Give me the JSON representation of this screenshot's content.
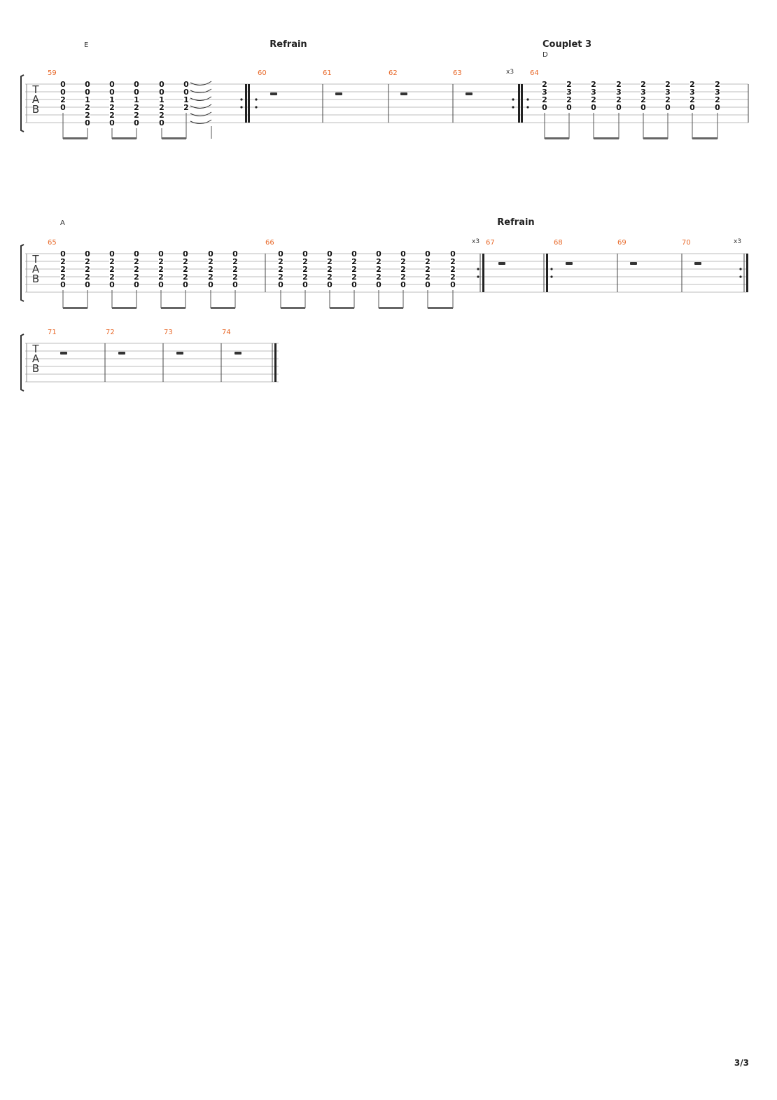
{
  "page_number": "3/3",
  "tab_clef": [
    "T",
    "A",
    "B"
  ],
  "repeat_mark": "x3",
  "systems": [
    {
      "annotations": [
        {
          "type": "chord",
          "text": "E"
        },
        {
          "type": "section",
          "text": "Refrain"
        },
        {
          "type": "section",
          "text": "Couplet 3"
        },
        {
          "type": "chord",
          "text": "D"
        },
        {
          "type": "repeat",
          "text": "x3"
        }
      ],
      "measures": [
        {
          "number": "59",
          "chords": [
            [
              "0",
              "0",
              "2",
              "0",
              "",
              ""
            ],
            [
              "0",
              "0",
              "1",
              "2",
              "2",
              "0"
            ],
            [
              "0",
              "0",
              "1",
              "2",
              "2",
              "0"
            ],
            [
              "0",
              "0",
              "1",
              "2",
              "2",
              "0"
            ],
            [
              "0",
              "0",
              "1",
              "2",
              "2",
              "0"
            ],
            [
              "0",
              "0",
              "1",
              "2",
              "",
              ""
            ]
          ]
        },
        {
          "number": "60",
          "rest": true
        },
        {
          "number": "61",
          "rest": true
        },
        {
          "number": "62",
          "rest": true
        },
        {
          "number": "63",
          "rest": true
        },
        {
          "number": "64",
          "chords": [
            [
              "2",
              "3",
              "2",
              "0",
              "",
              ""
            ],
            [
              "2",
              "3",
              "2",
              "0",
              "",
              ""
            ],
            [
              "2",
              "3",
              "2",
              "0",
              "",
              ""
            ],
            [
              "2",
              "3",
              "2",
              "0",
              "",
              ""
            ],
            [
              "2",
              "3",
              "2",
              "0",
              "",
              ""
            ],
            [
              "2",
              "3",
              "2",
              "0",
              "",
              ""
            ],
            [
              "2",
              "3",
              "2",
              "0",
              "",
              ""
            ],
            [
              "2",
              "3",
              "2",
              "0",
              "",
              ""
            ]
          ]
        }
      ]
    },
    {
      "annotations": [
        {
          "type": "chord",
          "text": "A"
        },
        {
          "type": "section",
          "text": "Refrain"
        },
        {
          "type": "repeat",
          "text": "x3"
        },
        {
          "type": "repeat",
          "text": "x3"
        }
      ],
      "measures": [
        {
          "number": "65",
          "chords": [
            [
              "0",
              "2",
              "2",
              "2",
              "0",
              ""
            ],
            [
              "0",
              "2",
              "2",
              "2",
              "0",
              ""
            ],
            [
              "0",
              "2",
              "2",
              "2",
              "0",
              ""
            ],
            [
              "0",
              "2",
              "2",
              "2",
              "0",
              ""
            ],
            [
              "0",
              "2",
              "2",
              "2",
              "0",
              ""
            ],
            [
              "0",
              "2",
              "2",
              "2",
              "0",
              ""
            ],
            [
              "0",
              "2",
              "2",
              "2",
              "0",
              ""
            ],
            [
              "0",
              "2",
              "2",
              "2",
              "0",
              ""
            ]
          ]
        },
        {
          "number": "66",
          "chords": [
            [
              "0",
              "2",
              "2",
              "2",
              "0",
              ""
            ],
            [
              "0",
              "2",
              "2",
              "2",
              "0",
              ""
            ],
            [
              "0",
              "2",
              "2",
              "2",
              "0",
              ""
            ],
            [
              "0",
              "2",
              "2",
              "2",
              "0",
              ""
            ],
            [
              "0",
              "2",
              "2",
              "2",
              "0",
              ""
            ],
            [
              "0",
              "2",
              "2",
              "2",
              "0",
              ""
            ],
            [
              "0",
              "2",
              "2",
              "2",
              "0",
              ""
            ],
            [
              "0",
              "2",
              "2",
              "2",
              "0",
              ""
            ]
          ]
        },
        {
          "number": "67",
          "rest": true
        },
        {
          "number": "68",
          "rest": true
        },
        {
          "number": "69",
          "rest": true
        },
        {
          "number": "70",
          "rest": true
        }
      ]
    },
    {
      "annotations": [],
      "measures": [
        {
          "number": "71",
          "rest": true
        },
        {
          "number": "72",
          "rest": true
        },
        {
          "number": "73",
          "rest": true
        },
        {
          "number": "74",
          "rest": true
        }
      ]
    }
  ]
}
